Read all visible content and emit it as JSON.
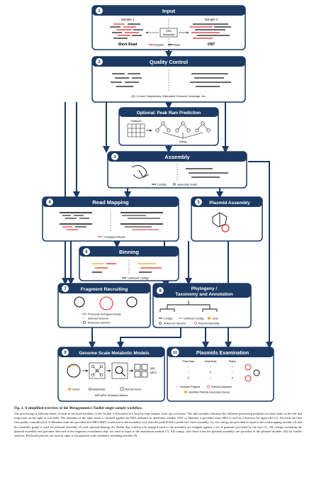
{
  "colors": {
    "header": "#1c3a63",
    "box_border": "#1c3a63",
    "arrow": "#1c3a63",
    "red": "#d62a2a",
    "pink": "#f0a0a0",
    "orange": "#f0a030",
    "green": "#2fa84f",
    "grey": "#777777"
  },
  "modules": {
    "input": {
      "num": "1",
      "title": "Input",
      "sample1": "Sample 1",
      "sample2": "Sample 2",
      "short_read": "Short Read",
      "ont": "ONT",
      "sra": "SRA",
      "metadata": "Metadata",
      "adapter": "Adapter",
      "read": "Read"
    },
    "qc": {
      "num": "2",
      "title": "Quality Control",
      "text": "QC, K-mer Frequencies, Estimated Genome Coverage, etc."
    },
    "peak": {
      "title": "Optional: Peak Ram Prediction",
      "features": "Features",
      "voting": "Voting"
    },
    "assembly": {
      "num": "3",
      "title": "Assembly",
      "contigs": "Contigs",
      "graph": "Assembly Graph"
    },
    "readmap": {
      "num": "4",
      "title": "Read Mapping",
      "unmapped": "Unmapped Reads"
    },
    "plasmid_asm": {
      "num": "5",
      "title": "Plasmid Assembly"
    },
    "binning": {
      "num": "6",
      "title": "Binning",
      "unbinned": "Unbinned Contigs"
    },
    "fragment": {
      "num": "7",
      "title": "Fragment Recruiting",
      "prev": "Previously Unmapped Reads",
      "selected": "Selected Genome",
      "reference": "Reference Genome"
    },
    "phylogeny": {
      "num": "8",
      "title_line1": "Phylogeny /",
      "title_line2": "Taxonomy and Annotation",
      "contigs": "Contigs",
      "unbinned": "Unbinned Contigs",
      "gene": "Gene",
      "ref_genome": "Reference Genome",
      "plasmid_asm": "Plasmid Assembly"
    },
    "gsmm": {
      "num": "9",
      "title": "Genome Scale Metabolic Models",
      "genes": "Genes",
      "metabolites": "Metabolites",
      "memote": "Memote Score",
      "mifi": "MiFi",
      "mro": "MRO",
      "metrics": "MiFi MRO Smetana Metrics"
    },
    "plasmids_exam": {
      "num": "10",
      "title": "Plasmids Examination",
      "tools": [
        "PlasClass",
        "ViralVerify",
        "Platon"
      ],
      "detected": "Detected Plasmid",
      "database": "Plasmid Database",
      "genes": "Identified Plasmid Associated Genes"
    }
  },
  "caption": {
    "title": "Fig. 2.  A simplified overview of the Metagenomics-Toolkit single sample workflow.",
    "body": "The processing of different kinds of reads in the main modules of the Toolkit is illustrated in a step-by-step manner, from top to bottom. The split modules illustrate the different processing methods for short reads on the left and long reads on the right of a module. The metadata of the input reads is checked against the SRA metadata to determine whether ONT or Illumina is provided when SRA is used as a resource for input files (1). All reads are then first quality controlled (2). If Illumina reads are provided and MEGAHIT is selected as the assembly tool, then the peak RAM is predicted. After assembly (3), the contigs are provided as input to the read mapping module (4) and the assembly graph is used for plasmid assembly (5) and optional binning (6). Reads that could not be mapped back to the assembly are mapped against a set of genomes provided by the user (7). All contigs, including the plasmid assembly and genomes detected in the fragment recruitment step, are used as input to the annotation module (7). All contigs, also those from the plasmid assembly, are provided to the plasmid module (10) for further analysis. Predicted proteins are used as input to the genome-scale metabolic modeling module (9)."
  }
}
